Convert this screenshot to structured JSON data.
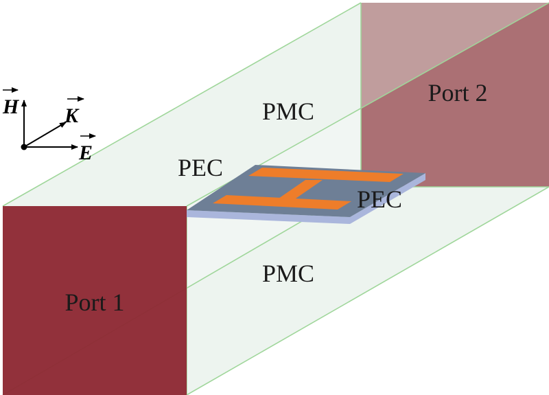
{
  "labels": {
    "port1": "Port 1",
    "port2": "Port 2",
    "pmc_top": "PMC",
    "pmc_bottom": "PMC",
    "pec_left": "PEC",
    "pec_right": "PEC"
  },
  "axes": {
    "h": "H",
    "k": "K",
    "e": "E"
  },
  "colors": {
    "port": "#8e2a35",
    "port_far": "#933a42",
    "pmc_fill": "#e6efe9",
    "edge": "#9fd69a",
    "substrate_top": "#6e7f96",
    "substrate_side": "#aab6dc",
    "resonator": "#ee7d2a"
  }
}
